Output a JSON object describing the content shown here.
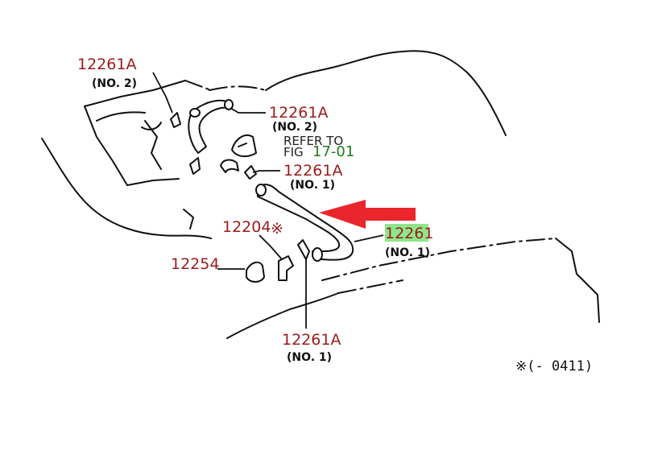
{
  "callouts": {
    "c1": {
      "part": "12261A",
      "sub": "(NO. 2)"
    },
    "c2": {
      "part": "12261A",
      "sub": "(NO. 2)"
    },
    "c3": {
      "part": "12261A",
      "sub": "(NO. 1)"
    },
    "c4": {
      "part": "12261A",
      "sub": "(NO. 1)"
    },
    "c5": {
      "part": "12204",
      "mark": "※"
    },
    "c6": {
      "part": "12254"
    },
    "c7": {
      "part": "12261",
      "sub": "(NO. 1)"
    }
  },
  "refer": {
    "line1": "REFER TO",
    "line2": "FIG",
    "fig": "17-01"
  },
  "footnote": "※(-  0411)",
  "colors": {
    "part_label": "#9b1b1b",
    "fig_ref": "#1f7a1f",
    "highlight": "#8ee68a",
    "arrow": "#e8262b"
  }
}
